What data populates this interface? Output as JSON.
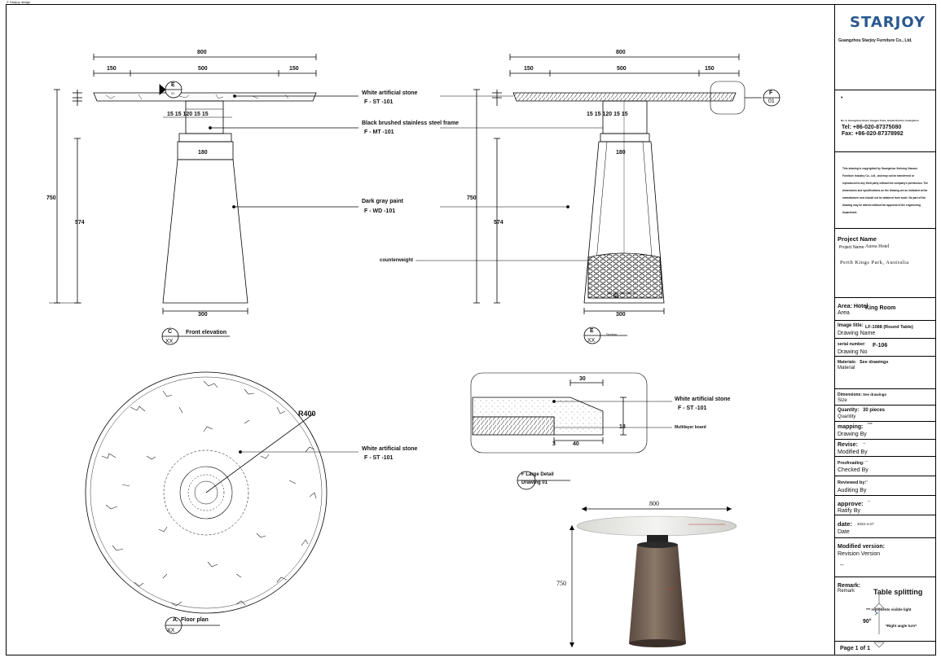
{
  "top_note": "© Starjoy design",
  "drawing": {
    "front": {
      "dim_total": "800",
      "dim_left": "150",
      "dim_mid": "500",
      "dim_right": "150",
      "dim_inner": "15 15 120 15 15",
      "dim_col": "180",
      "dim_base": "300",
      "dim_height": "750",
      "dim_lower": "574",
      "tag_letter": "C",
      "tag_sub": "XX",
      "title": "Front elevation",
      "marker_letter": "E",
      "marker_num": "01"
    },
    "section": {
      "dim_total": "800",
      "dim_left": "150",
      "dim_mid": "500",
      "dim_right": "150",
      "dim_inner": "15 15 120 15 15",
      "dim_col": "180",
      "dim_base": "300",
      "dim_height": "750",
      "dim_lower": "574",
      "dim_bottom": "50",
      "tag_letter": "E",
      "tag_sub": "XX",
      "title": "Section",
      "marker_letter": "F",
      "marker_num": "01"
    },
    "callouts": {
      "stone": "White artificial stone",
      "stone_code": "F - ST -101",
      "frame": "Black brushed stainless steel frame",
      "frame_code": "F - MT -101",
      "paint": "Dark gray paint",
      "paint_code": "F - WD -101",
      "counterweight": "counterweight",
      "plan_stone": "White artificial stone",
      "plan_code": "F - ST -101"
    },
    "plan": {
      "radius": "R400",
      "tag_letter": "A.",
      "title": "Floor plan",
      "tag_sub": "XX"
    },
    "detail": {
      "dim_top": "30",
      "dim_side": "18",
      "dim_bottom": "40",
      "dim_small": "3",
      "stone": "White artificial stone",
      "stone_code": "F - ST -101",
      "board": "Multilayer board",
      "title": "F Large Detail",
      "sub": "Drawing 01"
    },
    "render": {
      "width": "800",
      "height": "750"
    }
  },
  "title_block": {
    "logo": "STARJOY",
    "company": "Guangzhou Starjoy Furniture Co., Ltd.",
    "bullet": "•",
    "address": "No. 9, Guangzhou Road, Jiangpu Town, Huadu District, Guangzhou",
    "tel": "Tel: +86-020-87375080",
    "fax": "Fax: +86-020-87378992",
    "copyright": "This drawing is copyrighted by Guangzhou Xinhong Xiaoxun Furniture Industry Co., Ltd., and may not be transferred or reproduced to any third party without the company's permission. The dimensions and specifications on the drawing are as indicated at the manufacturer and should not be obtained from scale. No part of the drawing may be altered without the approval of the engineering department.",
    "project_label": "Project Name",
    "project_name_label": "Project Name:",
    "project_name": "Aurea Hotel",
    "project_location": "Perth Kings Park, Australia",
    "area_label": "Area: Hotel",
    "area_value": "King Room",
    "area_sub": "Area",
    "image_label": "Image title:",
    "image_value": "LF-1088 (Round Table)",
    "image_sub": "Drawing Name",
    "serial_label": "serial number:",
    "serial_value": "F-106",
    "serial_sub": "Drawing No",
    "materials_label": "Materials:",
    "materials_value": "See drawings",
    "materials_sub": "Material",
    "dimension_label": "Dimensions:",
    "dimension_value": "See drawings",
    "dimension_sub": "Size",
    "quantity_label": "Quantity:",
    "quantity_value": "30 pieces",
    "quantity_sub": "Quantity",
    "mapping_label": "mapping:",
    "mapping_value": "***",
    "mapping_sub": "Drawing By",
    "revise_label": "Revise:",
    "revise_value": "--",
    "revise_sub": "Modified By",
    "proof_label": "Proofreading:",
    "proof_value": "--",
    "proof_sub": "Checked By",
    "review_label": "Reviewed by:",
    "review_value": "--",
    "review_sub": "Auditing By",
    "approve_label": "approve:",
    "approve_value": "--",
    "approve_sub": "Ratify By",
    "date_label": "date:",
    "date_value": "2022-4-27",
    "date_sub": "Date",
    "modified_label": "Modified version:",
    "modified_sub": "Revision Version",
    "modified_value": "--",
    "remark_label": "Remark:",
    "remark_sub": "Remark",
    "remark_value": "Table splitting",
    "legend_visible": "*** represents visible light",
    "legend_angle": "90°",
    "legend_turn": "*Right angle turn*",
    "page": "Page 1 of 1"
  }
}
